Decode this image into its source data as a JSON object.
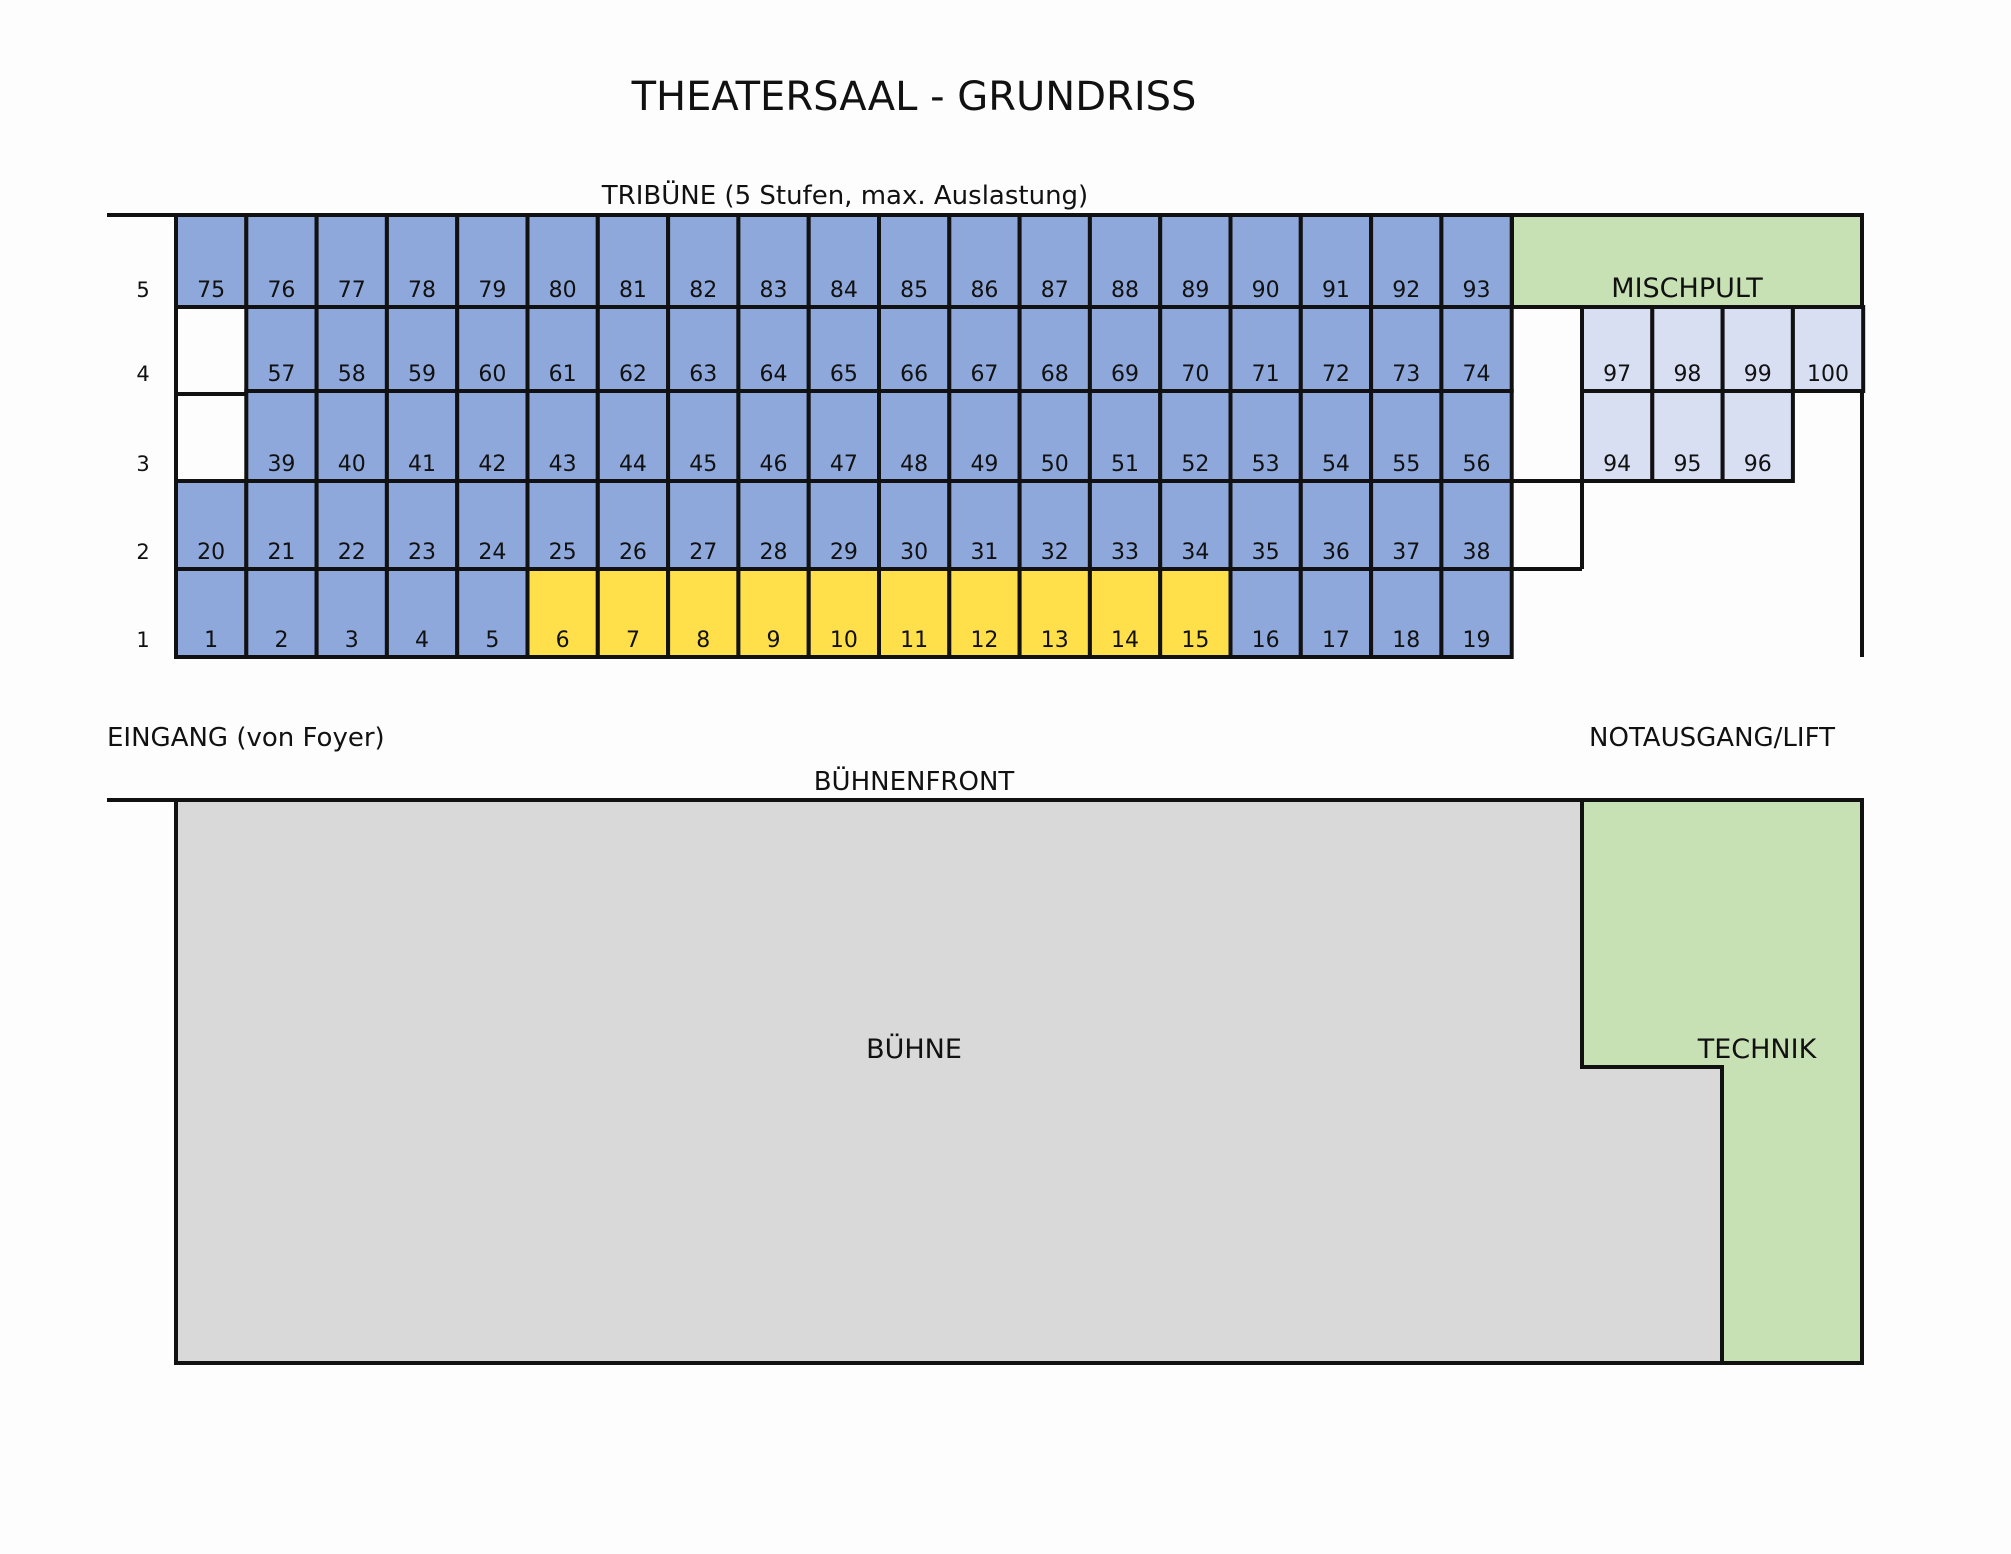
{
  "title": "THEATERSAAL - GRUNDRISS",
  "tribune_label": "TRIBÜNE (5 Stufen, max. Auslastung)",
  "row_labels": [
    "1",
    "2",
    "3",
    "4",
    "5"
  ],
  "rows": [
    {
      "row": "5",
      "seats": [
        "75",
        "76",
        "77",
        "78",
        "79",
        "80",
        "81",
        "82",
        "83",
        "84",
        "85",
        "86",
        "87",
        "88",
        "89",
        "90",
        "91",
        "92",
        "93"
      ]
    },
    {
      "row": "4",
      "seats": [
        "57",
        "58",
        "59",
        "60",
        "61",
        "62",
        "63",
        "64",
        "65",
        "66",
        "67",
        "68",
        "69",
        "70",
        "71",
        "72",
        "73",
        "74"
      ]
    },
    {
      "row": "3",
      "seats": [
        "39",
        "40",
        "41",
        "42",
        "43",
        "44",
        "45",
        "46",
        "47",
        "48",
        "49",
        "50",
        "51",
        "52",
        "53",
        "54",
        "55",
        "56"
      ]
    },
    {
      "row": "2",
      "seats": [
        "20",
        "21",
        "22",
        "23",
        "24",
        "25",
        "26",
        "27",
        "28",
        "29",
        "30",
        "31",
        "32",
        "33",
        "34",
        "35",
        "36",
        "37",
        "38"
      ]
    },
    {
      "row": "1",
      "seats": [
        "1",
        "2",
        "3",
        "4",
        "5",
        "6",
        "7",
        "8",
        "9",
        "10",
        "11",
        "12",
        "13",
        "14",
        "15",
        "16",
        "17",
        "18",
        "19"
      ]
    }
  ],
  "highlighted_seats": [
    "6",
    "7",
    "8",
    "9",
    "10",
    "11",
    "12",
    "13",
    "14",
    "15"
  ],
  "extra_seats_row4": [
    "97",
    "98",
    "99",
    "100"
  ],
  "extra_seats_row3": [
    "94",
    "95",
    "96"
  ],
  "mischpult_label": "MISCHPULT",
  "entrance_label": "EINGANG (von Foyer)",
  "exit_label": "NOTAUSGANG/LIFT",
  "stage_front_label": "BÜHNENFRONT",
  "stage_label": "BÜHNE",
  "technik_label": "TECHNIK",
  "colors": {
    "seat": "#8ea8db",
    "highlighted_seat": "#ffdf4a",
    "extra_seat": "#d8dff3",
    "mischpult": "#c7e0b4",
    "technik": "#c7e0b4",
    "stage": "#d9d9d9",
    "line": "#111111"
  }
}
